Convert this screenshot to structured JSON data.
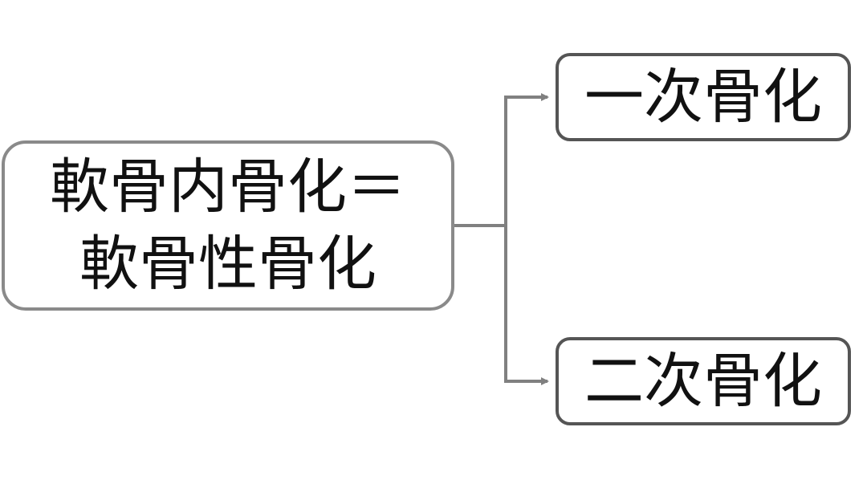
{
  "diagram": {
    "root": {
      "line1": "軟骨内骨化＝",
      "line2": "軟骨性骨化"
    },
    "children": [
      {
        "label": "一次骨化"
      },
      {
        "label": "二次骨化"
      }
    ]
  },
  "colors": {
    "root_border": "#8a8a8a",
    "child_border": "#555555",
    "connector": "#808080",
    "text": "#111111"
  }
}
